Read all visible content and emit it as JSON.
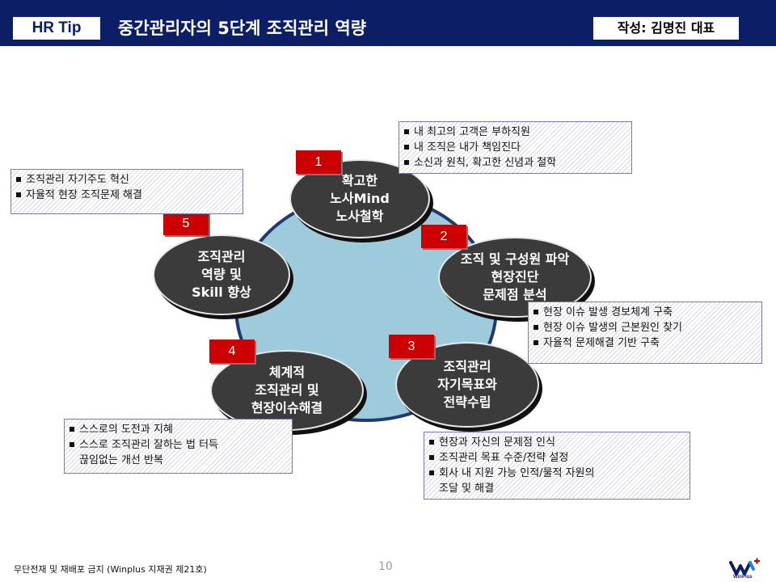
{
  "header": {
    "tag": "HR Tip",
    "title": "중간관리자의 5단계 조직관리 역량",
    "author": "작성: 김명진 대표"
  },
  "nodes": [
    {
      "number": "1",
      "lines": [
        "확고한",
        "노사Mind",
        "노사철학"
      ]
    },
    {
      "number": "2",
      "lines": [
        "조직 및 구성원 파악",
        "현장진단",
        "문제점 분석"
      ]
    },
    {
      "number": "3",
      "lines": [
        "조직관리",
        "자기목표와",
        "전략수립"
      ]
    },
    {
      "number": "4",
      "lines": [
        "체계적",
        "조직관리 및",
        "현장이슈해결"
      ]
    },
    {
      "number": "5",
      "lines": [
        "조직관리",
        "역량 및",
        "Skill 향상"
      ]
    }
  ],
  "notes": {
    "n1": [
      "내 최고의 고객은 부하직원",
      "내 조직은 내가 책임진다",
      "소신과 원칙, 확고한 신념과 철학"
    ],
    "n2": [
      "현장 이슈 발생 경보체계 구축",
      "현장 이슈 발생의 근본원인 찾기",
      "자율적 문제해결 기반 구축"
    ],
    "n3": [
      "현장과 자신의 문제점 인식",
      "조직관리 목표 수준/전략 설정",
      "회사 내 지원 가능 인적/물적 자원의",
      "조달 및 해결"
    ],
    "n4": [
      "스스로의  도전과 지혜",
      "스스로 조직관리 잘하는 법 터득",
      "끊임없는 개선 반복"
    ],
    "n5": [
      "조직관리 자기주도 혁신",
      "자율적 현장 조직문제 해결"
    ]
  },
  "footer": {
    "copyright": "무단전재 및 재배포 금지 (Winplus 지재권 제21호)",
    "page": "10",
    "logo_text": "WinPlus"
  },
  "colors": {
    "header_bg": "#0b1e66",
    "number_box": "#cc0000",
    "node_fill": "#3b3b3b",
    "big_circle": "#9dcbdc",
    "big_circle_border": "#1e3a6e"
  }
}
